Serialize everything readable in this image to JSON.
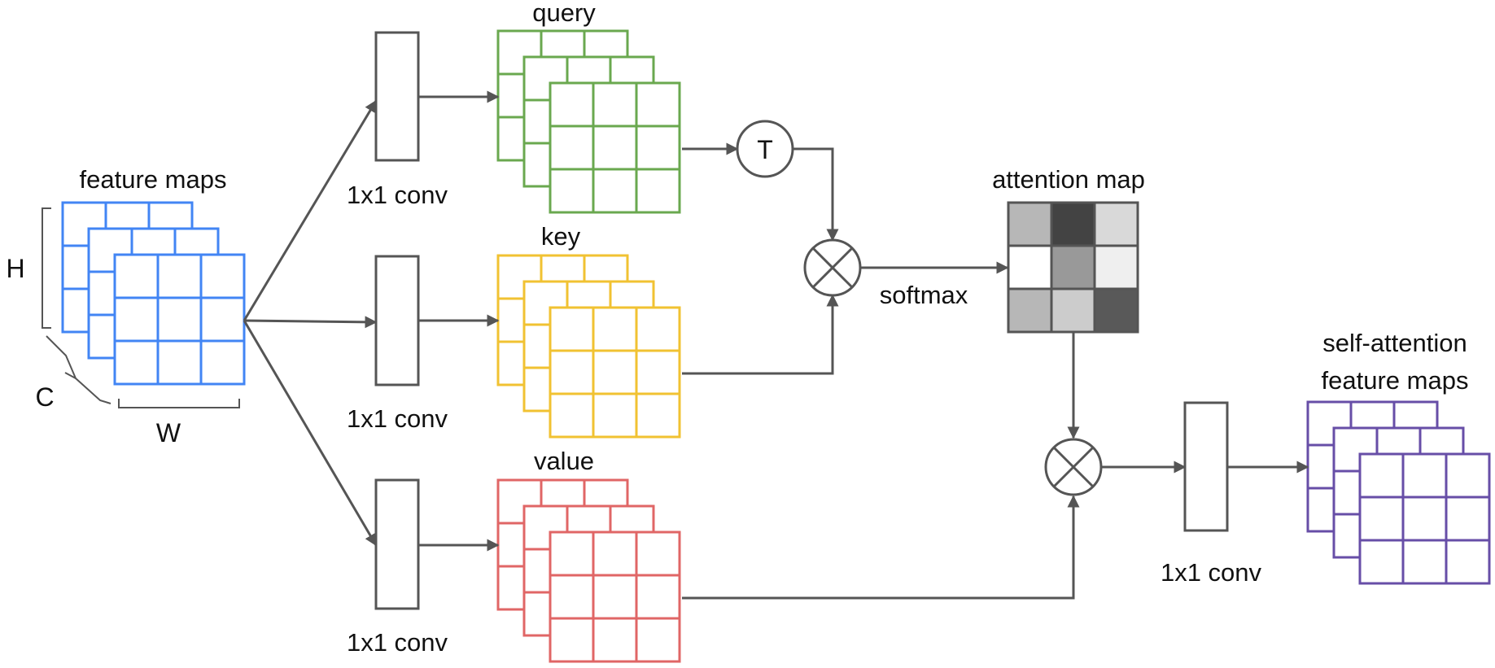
{
  "labels": {
    "feature_maps": "feature maps",
    "H": "H",
    "C": "C",
    "W": "W",
    "conv_query": "1x1 conv",
    "conv_key": "1x1 conv",
    "conv_value": "1x1 conv",
    "conv_out": "1x1 conv",
    "query": "query",
    "key": "key",
    "value": "value",
    "transpose": "T",
    "softmax": "softmax",
    "attention_map": "attention map",
    "self_attention_line1": "self-attention",
    "self_attention_line2": "feature maps"
  },
  "colors": {
    "input": "#4285f4",
    "query": "#6aa84f",
    "key": "#f1c232",
    "value": "#e06666",
    "output": "#674ea7",
    "line": "#555555"
  },
  "attention_map": {
    "rows": 3,
    "cols": 3,
    "cells": [
      [
        "#b7b7b7",
        "#434343",
        "#d9d9d9"
      ],
      [
        "#ffffff",
        "#999999",
        "#efefef"
      ],
      [
        "#b7b7b7",
        "#cccccc",
        "#595959"
      ]
    ]
  },
  "icons": {
    "multiply": "circled-times-icon",
    "transpose": "circled-t-icon"
  }
}
